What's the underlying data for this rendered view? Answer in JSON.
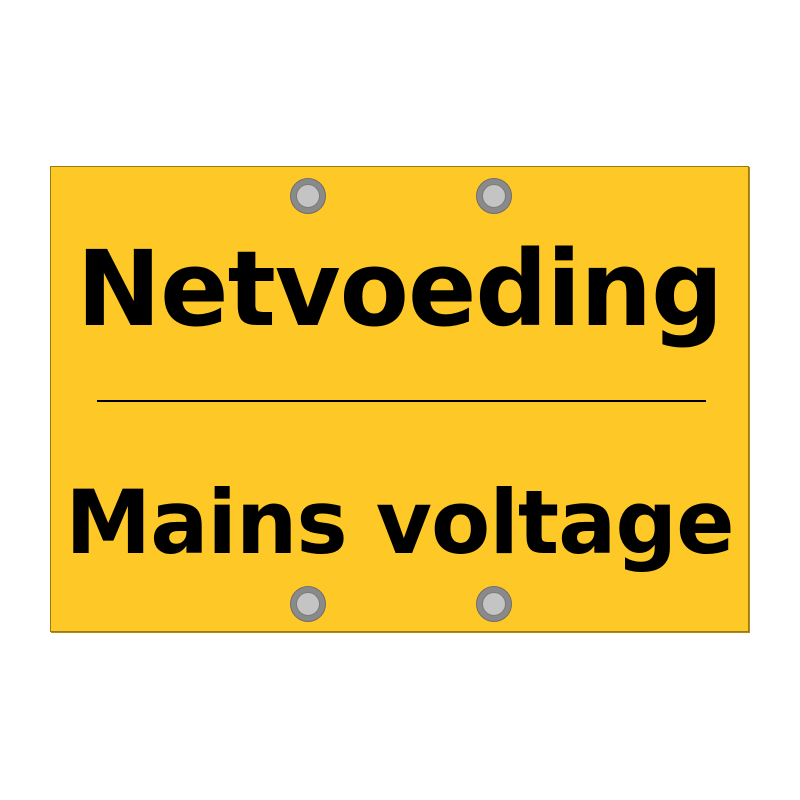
{
  "sign": {
    "background_color": "#fec826",
    "border_color": "#9a7a12",
    "text_color": "#000000",
    "line1": "Netvoeding",
    "line2": "Mains voltage",
    "divider_color": "#000000",
    "grommets": [
      {
        "position": "top-left"
      },
      {
        "position": "top-right"
      },
      {
        "position": "bottom-left"
      },
      {
        "position": "bottom-right"
      }
    ],
    "grommet_outer_color": "#8a8a8a",
    "grommet_inner_color": "#c4c4c4"
  }
}
